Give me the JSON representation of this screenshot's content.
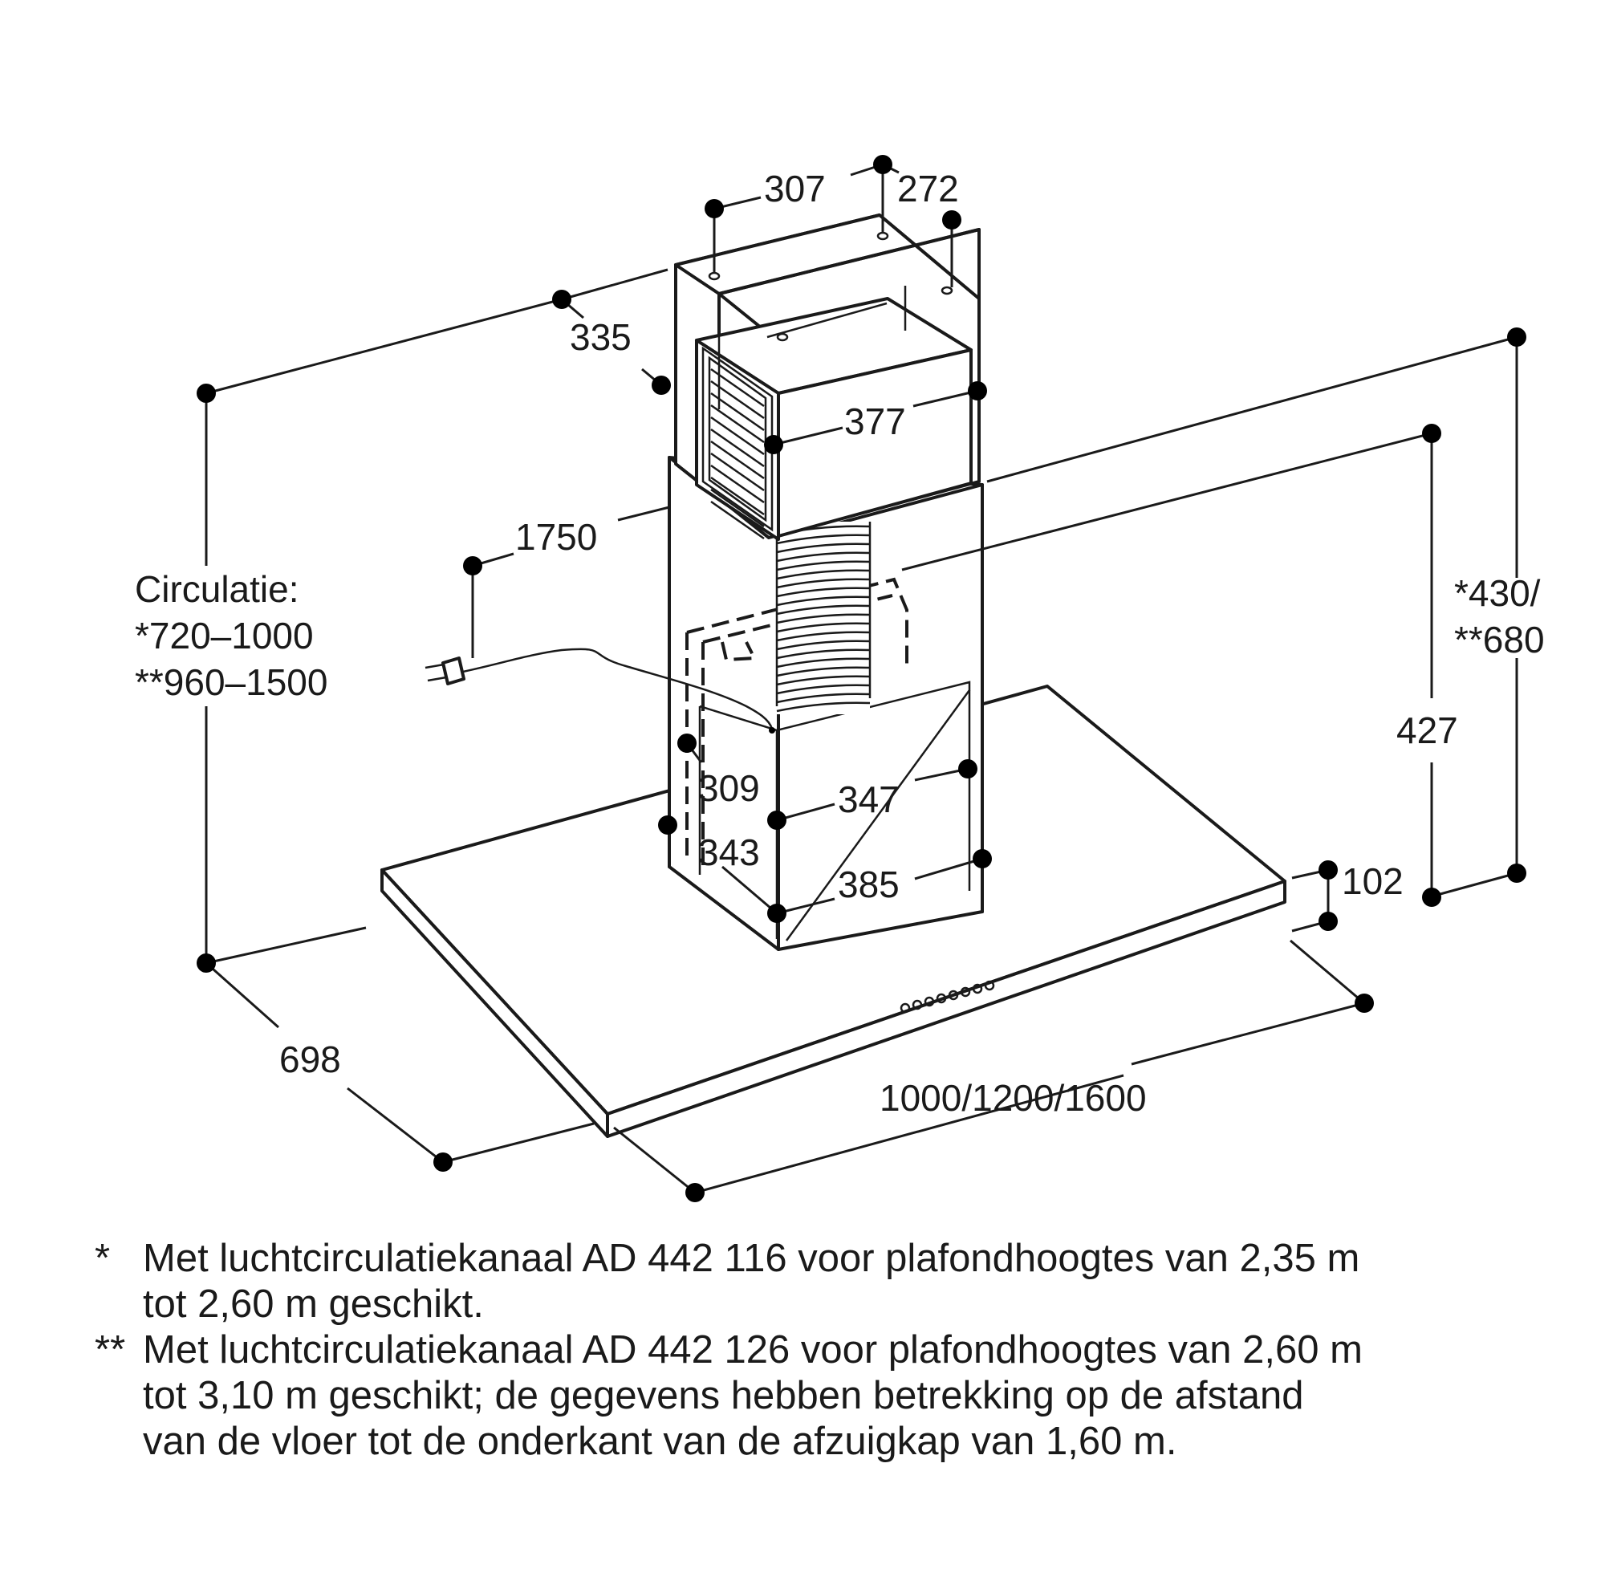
{
  "dimensions": {
    "d307": "307",
    "d272": "272",
    "d335": "335",
    "d377": "377",
    "d1750": "1750",
    "circ_title": "Circulatie:",
    "circ_line1": "*720–1000",
    "circ_line2": "**960–1500",
    "d430": "*430/",
    "d680": "**680",
    "d427": "427",
    "d309": "309",
    "d347": "347",
    "d343": "343",
    "d385": "385",
    "d102": "102",
    "d698": "698",
    "width": "1000/1200/1600"
  },
  "notes": [
    {
      "mark": "*",
      "text": "Met luchtcirculatiekanaal AD 442 116 voor plafondhoogtes van 2,35 m\ntot 2,60 m geschikt."
    },
    {
      "mark": "**",
      "text": "Met luchtcirculatiekanaal AD 442 126 voor plafondhoogtes van 2,60 m\ntot 3,10 m geschikt; de gegevens hebben betrekking op de afstand\nvan de vloer tot de onderkant van de afzuigkap van 1,60 m."
    }
  ]
}
